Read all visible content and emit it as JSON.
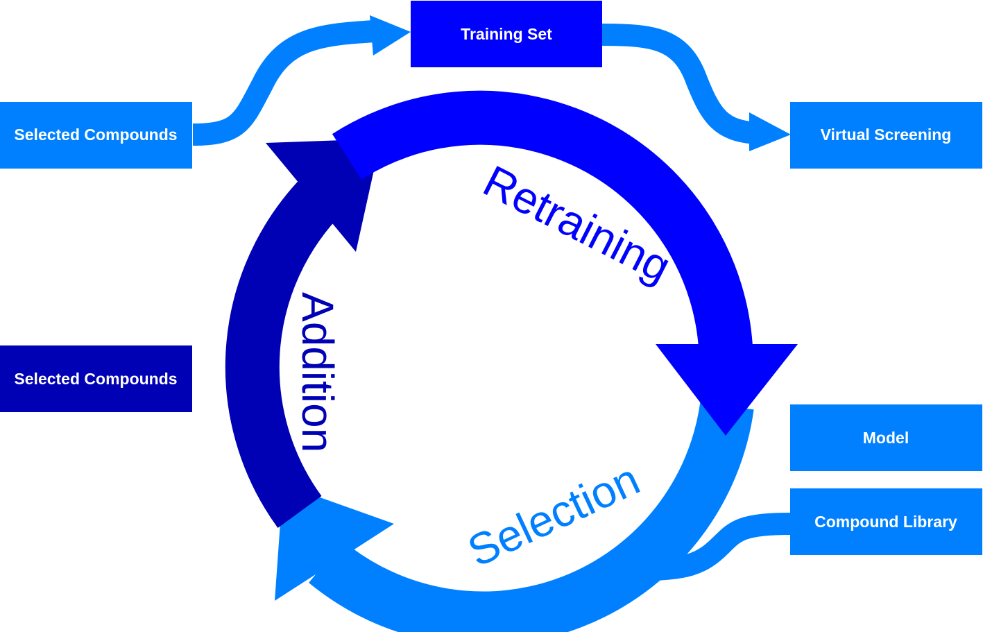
{
  "colors": {
    "light": "#0080ff",
    "medium": "#0000ff",
    "dark": "#0000b4",
    "box_text": "#ffffff"
  },
  "boxes": {
    "training_set": "Training Set",
    "virtual_screening": "Virtual Screening",
    "selected_compounds_top": "Selected Compounds",
    "selected_compounds_mid": "Selected Compounds",
    "model": "Model",
    "compound_library": "Compound Library"
  },
  "cycle": {
    "retraining": "Retraining",
    "selection": "Selection",
    "addition": "Addition"
  }
}
